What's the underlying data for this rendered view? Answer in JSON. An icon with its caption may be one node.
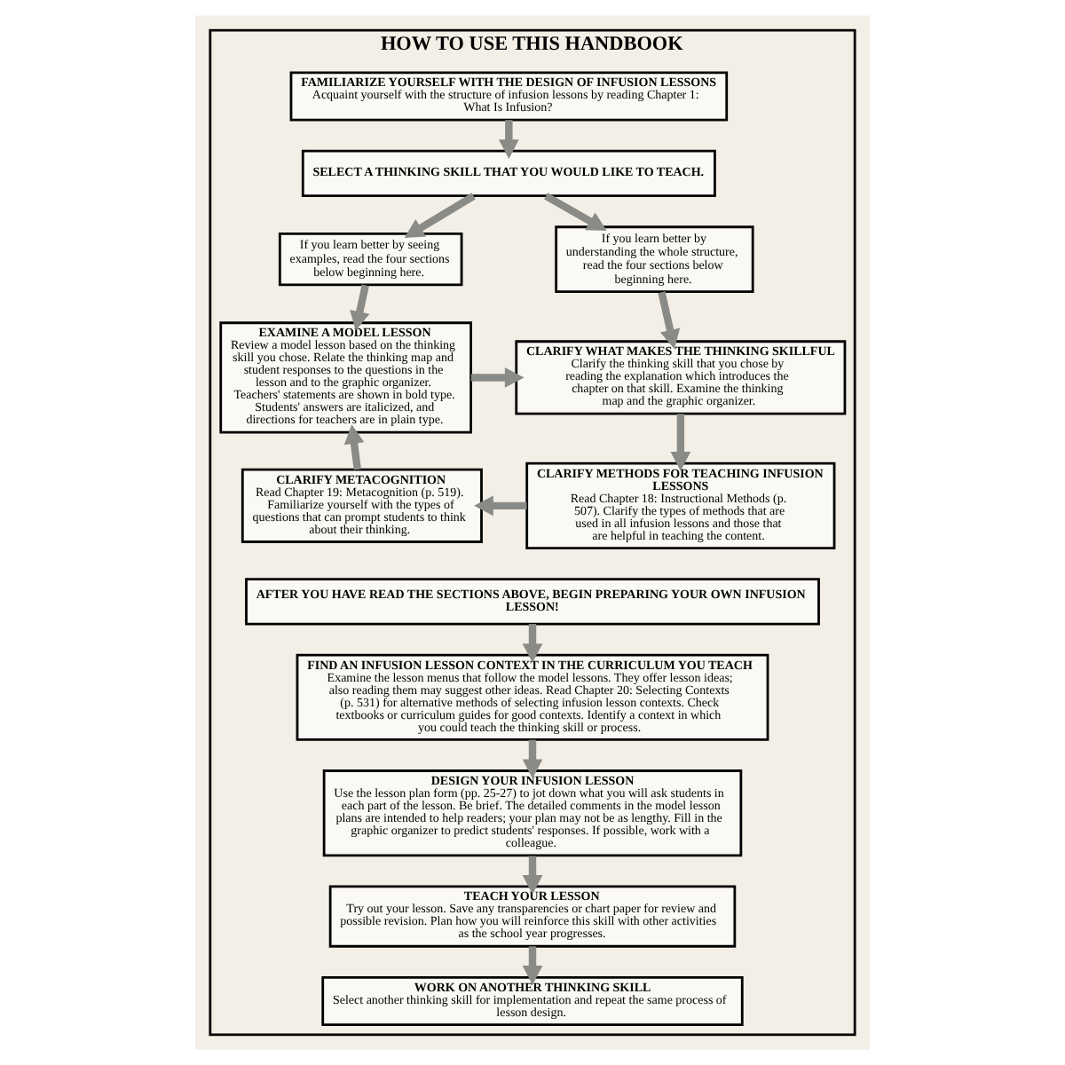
{
  "diagram": {
    "nodes": [
      {
        "text": [
          "HOW TO USE THIS HANDBOOK"
        ]
      },
      {
        "text": [
          "FAMILIARIZE YOURSELF WITH THE DESIGN OF INFUSION LESSONS",
          "Acquaint yourself with the structure of infusion lessons by reading Chapter 1: What Is Infusion?"
        ],
        "in": 0
      },
      {
        "text": [
          "SELECT A THINKING SKILL THAT YOU WOULD LIKE TO TEACH."
        ],
        "in": 0
      },
      {
        "text": [
          "If you learn better by seeing examples, read the four sections below beginning here."
        ],
        "in": 0
      },
      {
        "text": [
          "If you learn better by understanding the whole structure, read the four sections below beginning here."
        ],
        "in": 0
      },
      {
        "text": [
          "EXAMINE A MODEL LESSON",
          "Review a model lesson based on the thinking skill you chose. Relate the thinking map and student responses to the questions in the lesson and to the graphic organizer. Teachers' statements are shown in bold type. Students' answers are italicized, and directions for teachers are in plain type."
        ],
        "in": 0
      },
      {
        "text": [
          "CLARIFY WHAT MAKES THE THINKING SKILLFUL",
          "Clarify the thinking skill that you chose by reading the explanation which introduces the chapter on that skill. Examine the thinking map and the graphic organizer."
        ],
        "in": 0
      },
      {
        "text": [
          "CLARIFY METACOGNITION",
          "Read Chapter 19: Metacognition (p. 519). Familiarize yourself with the types of questions that can prompt students to think about their thinking."
        ],
        "in": 0
      },
      {
        "text": [
          "CLARIFY METHODS FOR TEACHING INFUSION LESSONS",
          "Read Chapter 18: Instructional Methods (p. 507). Clarify the types of methods that are used in all infusion lessons and those that are helpful in teaching the content."
        ],
        "in": 0
      },
      {
        "text": [
          "AFTER YOU HAVE READ THE SECTIONS ABOVE, BEGIN PREPARING YOUR OWN INFUSION LESSON!"
        ],
        "in": 0
      },
      {
        "text": [
          "FIND AN INFUSION LESSON CONTEXT IN THE CURRICULUM YOU TEACH",
          "Examine the lesson menus that follow the model lessons. They offer lesson ideas; also reading them may suggest other ideas. Read Chapter 20: Selecting Contexts (p. 531) for alternative methods of selecting infusion lesson contexts. Check textbooks or curriculum guides for good contexts. Identify a context in which you could teach the thinking skill or process."
        ],
        "in": 0
      },
      {
        "text": [
          "DESIGN YOUR INFUSION LESSON",
          "Use the lesson plan form (pp. 25-27) to jot down what you will ask students in each part of the lesson. Be brief. The detailed comments in the model lesson plans are intended to help readers; your plan may not be as lengthy. Fill in the graphic organizer to predict students' responses. If possible, work with a colleague."
        ],
        "in": 0
      },
      {
        "text": [
          "TEACH YOUR LESSON",
          "Try out your lesson. Save any transparencies or chart paper for review and possible revision. Plan how you will reinforce this skill with other activities as the school year progresses."
        ],
        "in": 0
      },
      {
        "text": [
          "WORK ON ANOTHER THINKING SKILL",
          "Select another thinking skill for implementation and repeat the same process of lesson design."
        ],
        "in": 0
      }
    ],
    "edges": [
      {
        "from": 1,
        "to": 2,
        "arrow": "to"
      },
      {
        "from": 2,
        "to": 3,
        "arrow": "to"
      },
      {
        "from": 2,
        "to": 4,
        "arrow": "to"
      },
      {
        "from": 3,
        "to": 5,
        "arrow": "to"
      },
      {
        "from": 4,
        "to": 6,
        "arrow": "to"
      },
      {
        "from": 5,
        "to": 6,
        "arrow": "to"
      },
      {
        "from": 6,
        "to": 8,
        "arrow": "to"
      },
      {
        "from": 8,
        "to": 7,
        "arrow": "to"
      },
      {
        "from": 7,
        "to": 5,
        "arrow": "to"
      },
      {
        "from": 9,
        "to": 10,
        "arrow": "to"
      },
      {
        "from": 10,
        "to": 11,
        "arrow": "to"
      },
      {
        "from": 11,
        "to": 12,
        "arrow": "to"
      },
      {
        "from": 12,
        "to": 13,
        "arrow": "to"
      }
    ]
  }
}
